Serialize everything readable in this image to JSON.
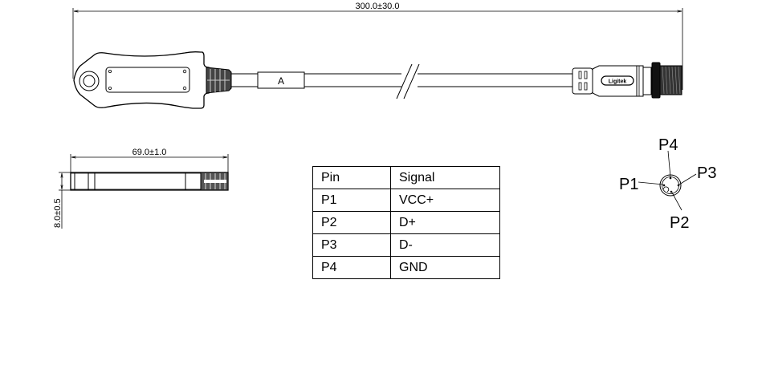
{
  "drawing": {
    "overall_length_dim": "300.0±30.0",
    "body_length_dim": "69.0±1.0",
    "body_thickness_dim": "8.0±0.5",
    "cable_marker_label": "A",
    "connector_logo_text": "Ligitek"
  },
  "pin_table": {
    "headers": [
      "Pin",
      "Signal"
    ],
    "rows": [
      {
        "pin": "P1",
        "signal": "VCC+"
      },
      {
        "pin": "P2",
        "signal": "D+"
      },
      {
        "pin": "P3",
        "signal": "D-"
      },
      {
        "pin": "P4",
        "signal": "GND"
      }
    ]
  },
  "pinout": {
    "labels": [
      "P1",
      "P2",
      "P3",
      "P4"
    ]
  }
}
